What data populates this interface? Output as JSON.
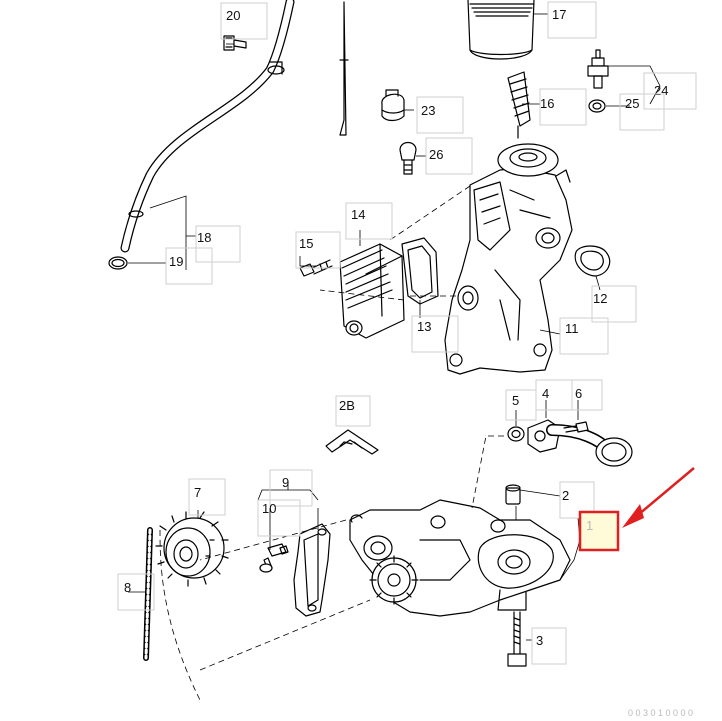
{
  "diagram": {
    "highlight_color": "#e02020",
    "callouts": [
      {
        "id": "20",
        "label": "20"
      },
      {
        "id": "17",
        "label": "17"
      },
      {
        "id": "24",
        "label": "24"
      },
      {
        "id": "23",
        "label": "23"
      },
      {
        "id": "16",
        "label": "16"
      },
      {
        "id": "25",
        "label": "25"
      },
      {
        "id": "26",
        "label": "26"
      },
      {
        "id": "14",
        "label": "14"
      },
      {
        "id": "18",
        "label": "18"
      },
      {
        "id": "15",
        "label": "15"
      },
      {
        "id": "19",
        "label": "19"
      },
      {
        "id": "12",
        "label": "12"
      },
      {
        "id": "13",
        "label": "13"
      },
      {
        "id": "11",
        "label": "11"
      },
      {
        "id": "2B",
        "label": "2B"
      },
      {
        "id": "5",
        "label": "5"
      },
      {
        "id": "4",
        "label": "4"
      },
      {
        "id": "6",
        "label": "6"
      },
      {
        "id": "7",
        "label": "7"
      },
      {
        "id": "9",
        "label": "9"
      },
      {
        "id": "2",
        "label": "2"
      },
      {
        "id": "10",
        "label": "10"
      },
      {
        "id": "1",
        "label": "1"
      },
      {
        "id": "8",
        "label": "8"
      },
      {
        "id": "3",
        "label": "3"
      }
    ],
    "watermark": "0 0 3 0 1 0 0 0 0"
  }
}
